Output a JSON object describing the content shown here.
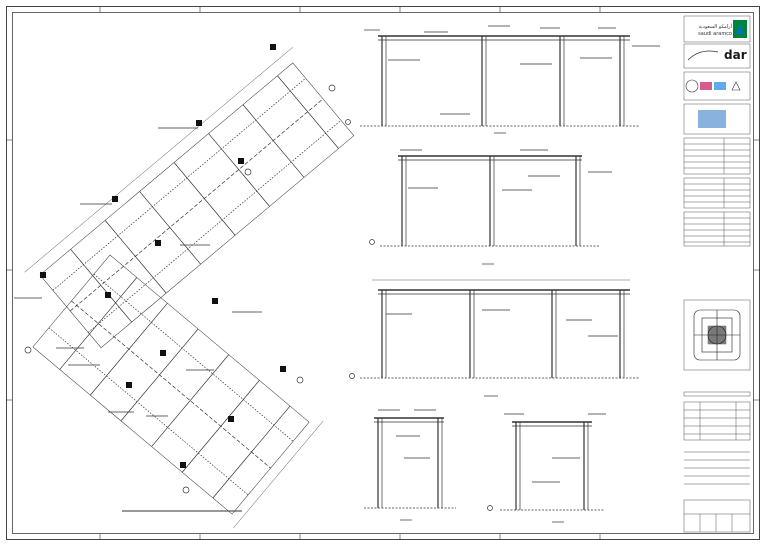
{
  "title_block": {
    "client_logo_arabic": "أرامكو السعودية",
    "client_logo_latin": "saudi aramco",
    "consultant_logo": "dar",
    "brand_colors": {
      "aramco_green": "#00843d",
      "aramco_blue": "#0071bc",
      "line": "#333333"
    }
  },
  "icons": [
    "aramco-logo-icon",
    "dar-logo-icon",
    "partner-logo-icon",
    "key-plan-icon"
  ]
}
